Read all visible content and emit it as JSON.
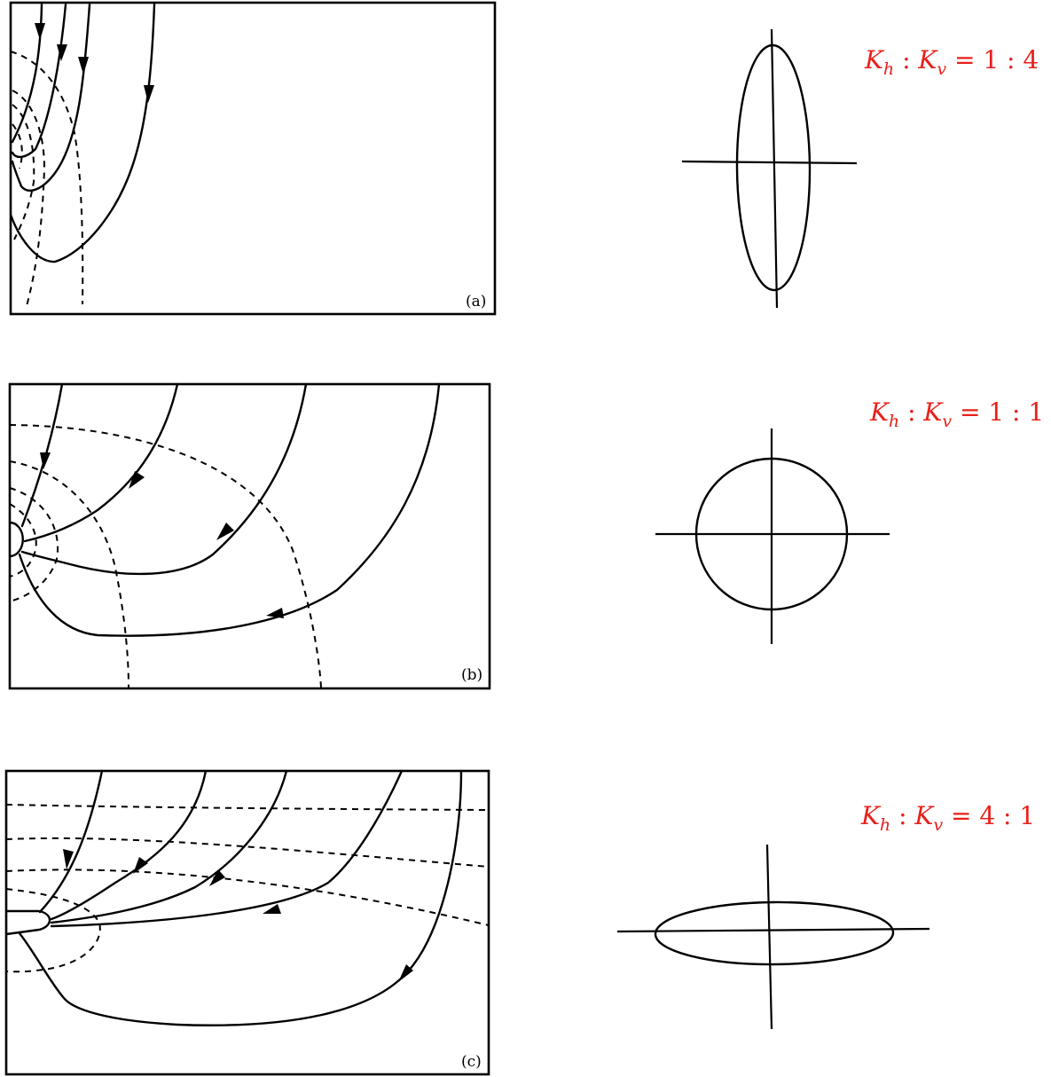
{
  "panels": [
    {
      "id": "a",
      "label": "(a)",
      "ratio": {
        "h": "1",
        "v": "4",
        "text": "K_h : K_v = 1 : 4"
      }
    },
    {
      "id": "b",
      "label": "(b)",
      "ratio": {
        "h": "1",
        "v": "1",
        "text": "K_h : K_v = 1 : 1"
      }
    },
    {
      "id": "c",
      "label": "(c)",
      "ratio": {
        "h": "4",
        "v": "1",
        "text": "K_h : K_v = 4 : 1"
      }
    }
  ],
  "colors": {
    "ratio_text": "#e8201a",
    "lines": "#000000"
  }
}
